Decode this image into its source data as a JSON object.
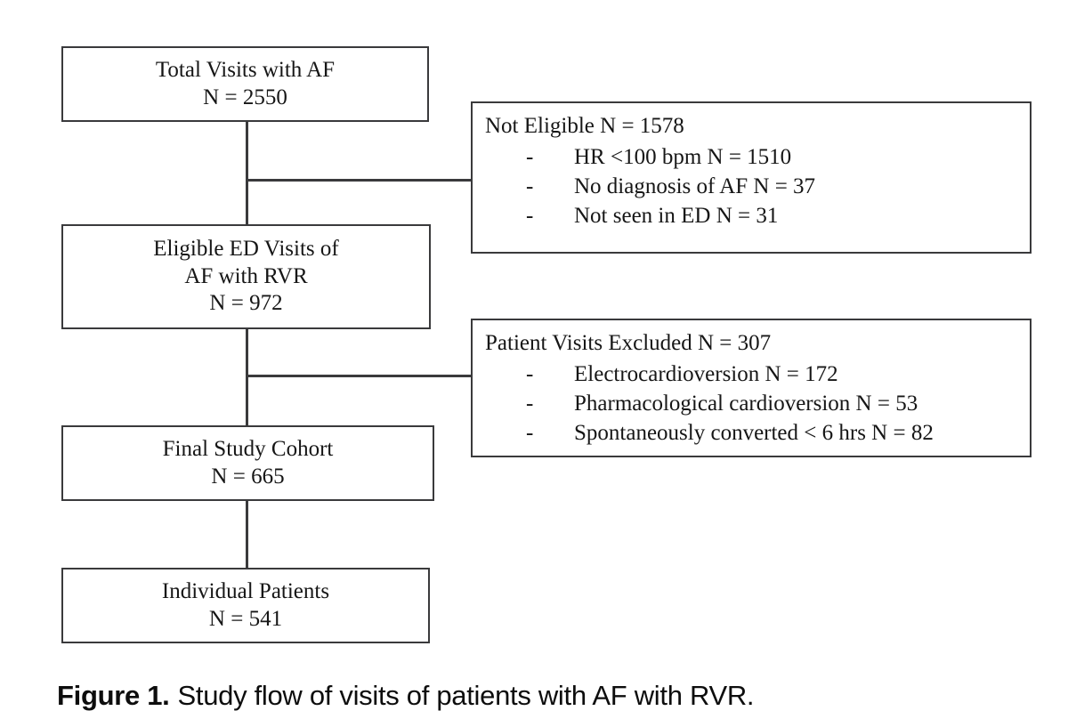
{
  "figure": {
    "caption_label": "Figure 1.",
    "caption_text": "Study flow of visits of patients with AF with RVR.",
    "stroke_color": "#3a3a3c",
    "background_color": "#ffffff",
    "text_color": "#161616"
  },
  "flow": {
    "nodes": [
      {
        "id": "total-visits",
        "lines": [
          "Total Visits with AF",
          "N = 2550"
        ],
        "label": "Total Visits with AF",
        "n": 2550
      },
      {
        "id": "eligible-ed-visits",
        "lines": [
          "Eligible ED Visits of",
          "AF with RVR",
          "N = 972"
        ],
        "label": "Eligible ED Visits of AF with RVR",
        "n": 972
      },
      {
        "id": "final-study-cohort",
        "lines": [
          "Final Study Cohort",
          "N = 665"
        ],
        "label": "Final Study Cohort",
        "n": 665
      },
      {
        "id": "individual-patients",
        "lines": [
          "Individual Patients",
          "N = 541"
        ],
        "label": "Individual Patients",
        "n": 541
      }
    ],
    "exclusions": [
      {
        "id": "not-eligible",
        "heading": "Not Eligible N = 1578",
        "n": 1578,
        "dash": "-",
        "items": [
          {
            "text": "HR <100 bpm  N = 1510",
            "label": "HR <100 bpm",
            "n": 1510
          },
          {
            "text": "No diagnosis of AF  N = 37",
            "label": "No diagnosis of AF",
            "n": 37
          },
          {
            "text": "Not seen in ED  N = 31",
            "label": "Not seen in ED",
            "n": 31
          }
        ]
      },
      {
        "id": "patient-visits-excluded",
        "heading": "Patient Visits Excluded N = 307",
        "n": 307,
        "dash": "-",
        "items": [
          {
            "text": "Electrocardioversion N = 172",
            "label": "Electrocardioversion",
            "n": 172
          },
          {
            "text": "Pharmacological cardioversion N = 53",
            "label": "Pharmacological cardioversion",
            "n": 53
          },
          {
            "text": "Spontaneously converted < 6 hrs N = 82",
            "label": "Spontaneously converted < 6 hrs",
            "n": 82
          }
        ]
      }
    ]
  }
}
